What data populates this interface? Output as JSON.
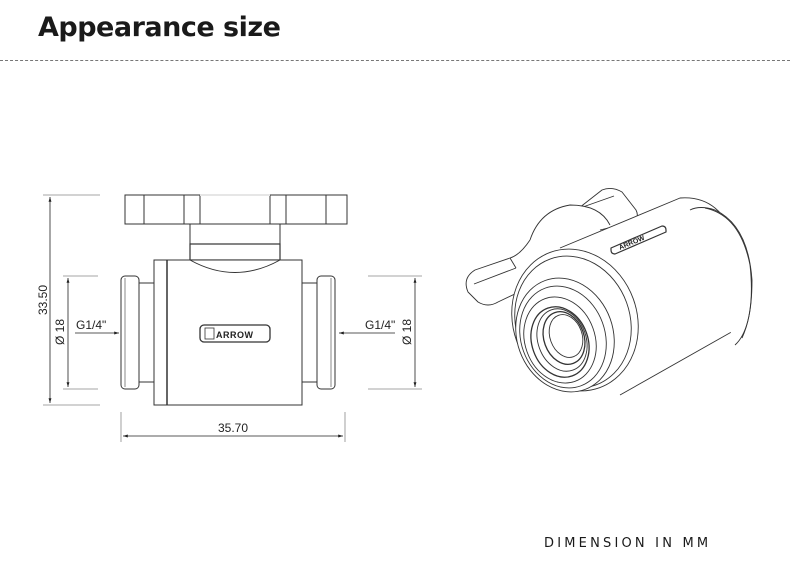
{
  "header": {
    "title": "Appearance size"
  },
  "front_view": {
    "dimensions": {
      "overall_height": "33.50",
      "port_diameter_left": "Ø 18",
      "port_diameter_right": "Ø 18",
      "overall_length": "35.70"
    },
    "thread_labels": {
      "left": "G1/4\"",
      "right": "G1/4\""
    },
    "logo_text": "ARROW"
  },
  "isometric_view": {
    "logo_text": "ARROW"
  },
  "footer": {
    "units_note": "DIMENSION IN MM"
  },
  "colors": {
    "line": "#333333",
    "dim_line": "#444444",
    "ext_line": "#888888"
  }
}
